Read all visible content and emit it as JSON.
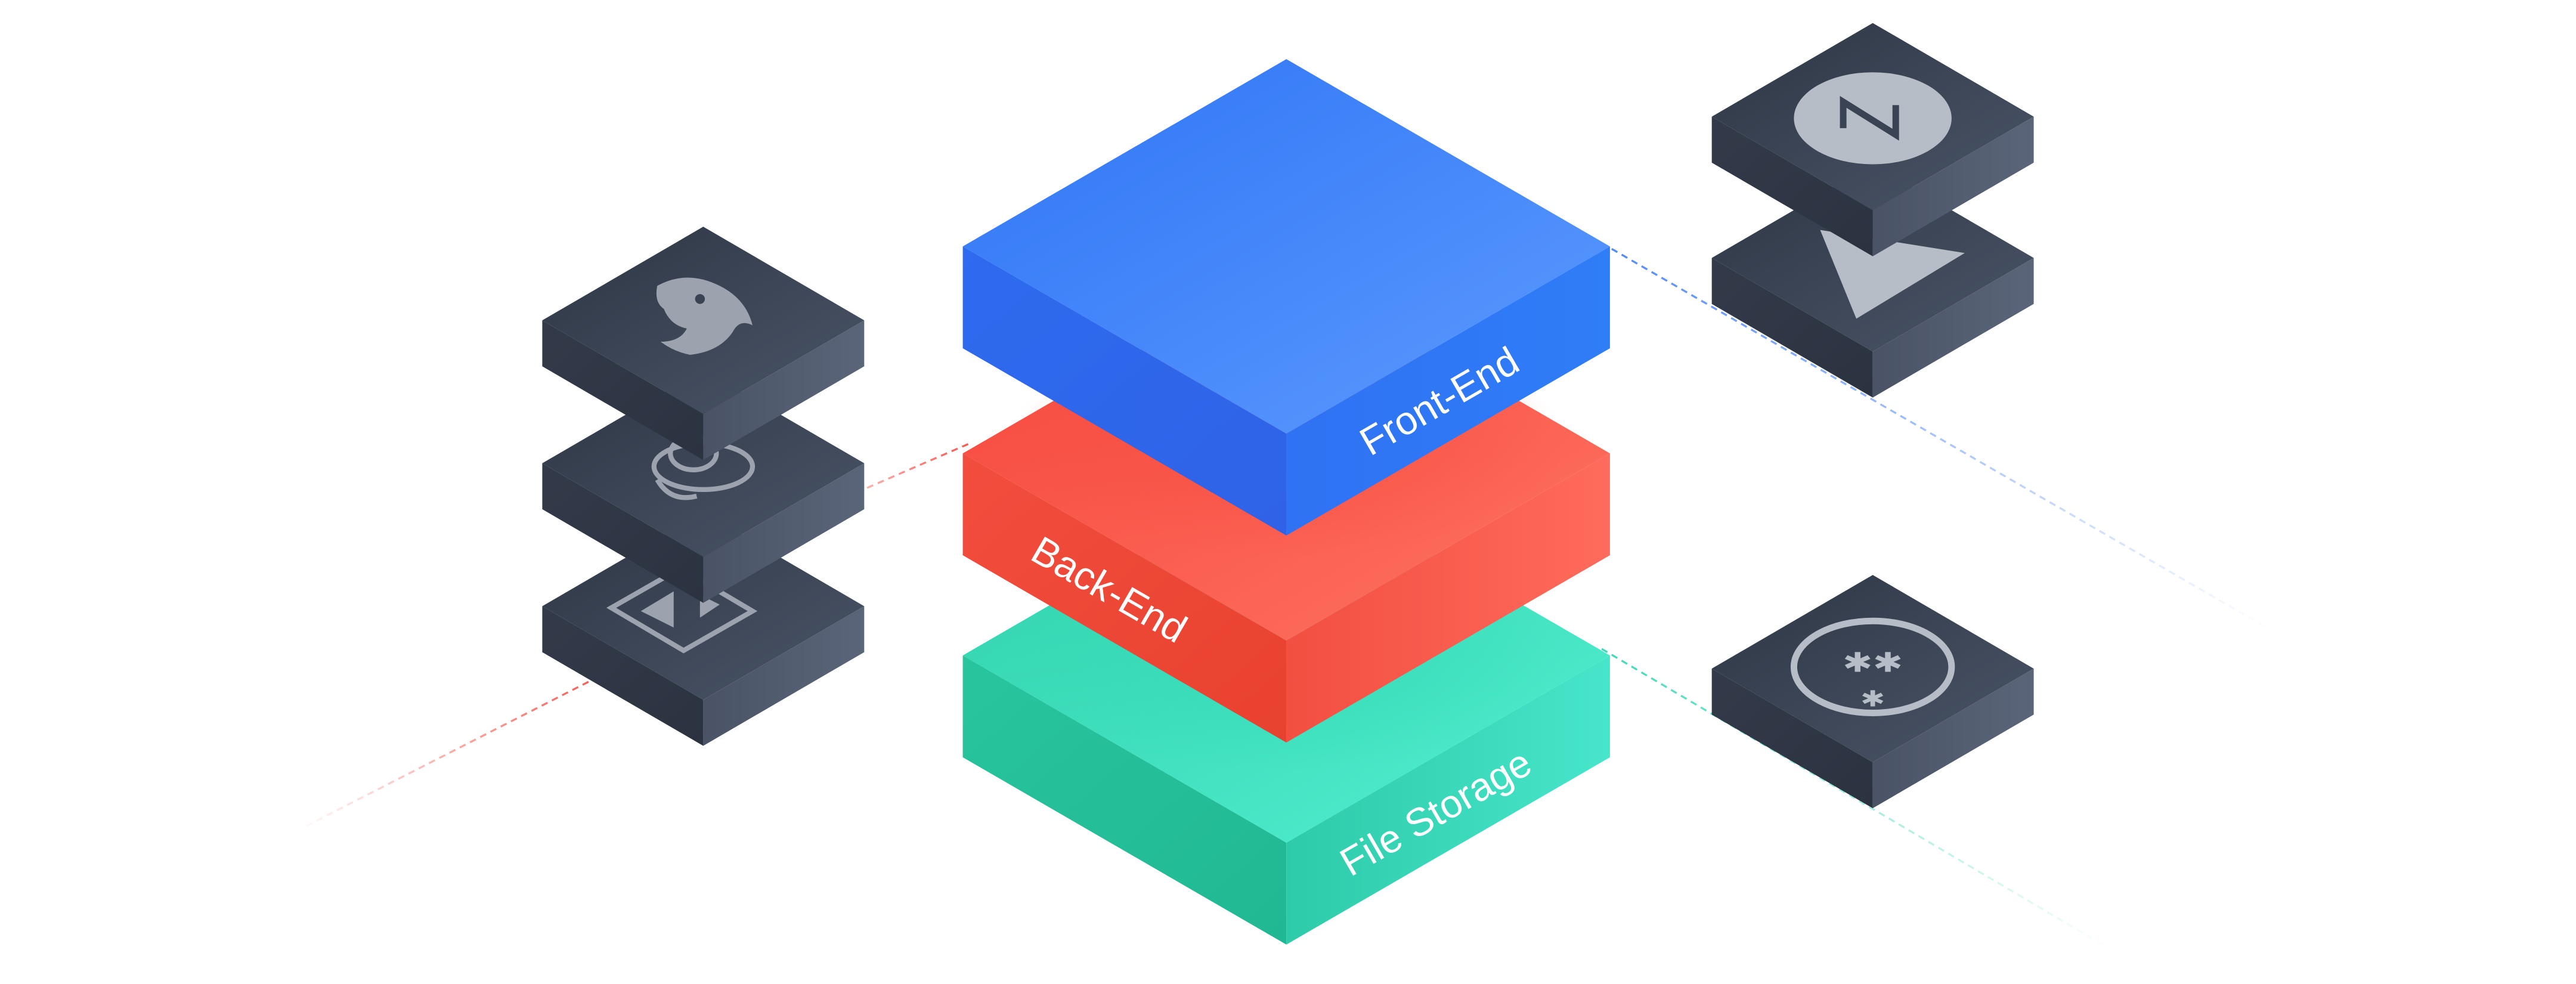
{
  "diagram": {
    "layers": [
      {
        "key": "frontend",
        "label": "Front-End",
        "color": "#3B7BF6"
      },
      {
        "key": "backend",
        "label": "Back-End",
        "color": "#F4473D"
      },
      {
        "key": "storage",
        "label": "File Storage",
        "color": "#2ED3B0"
      }
    ],
    "left_tiles": [
      {
        "icon": "nestjs-icon"
      },
      {
        "icon": "postgresql-icon"
      },
      {
        "icon": "prisma-icon"
      }
    ],
    "right_tiles": [
      {
        "icon": "nextjs-icon"
      },
      {
        "icon": "vercel-icon"
      },
      {
        "icon": "password-icon"
      }
    ],
    "tile_color": "#3A4353"
  }
}
